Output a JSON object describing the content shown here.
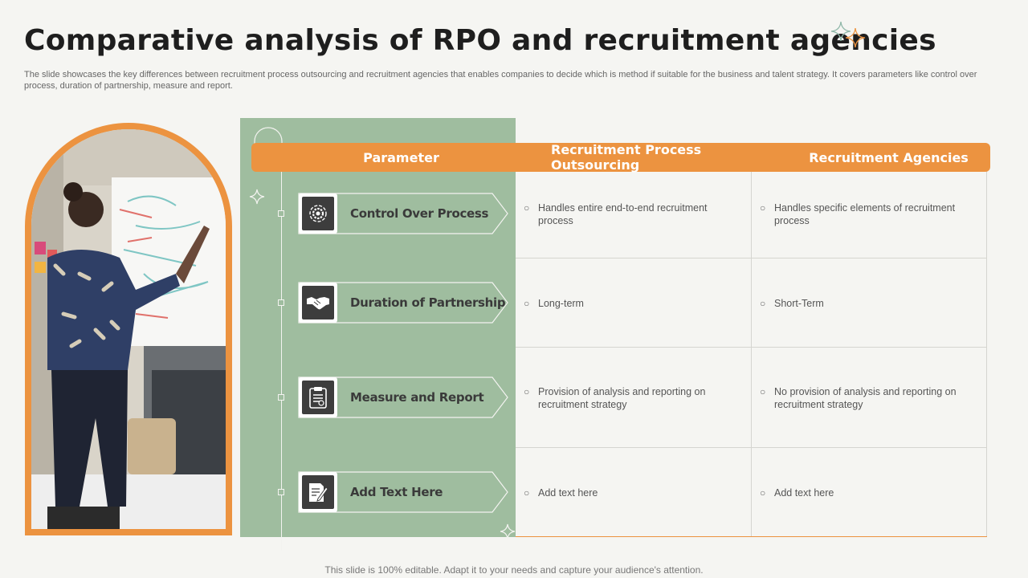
{
  "slide": {
    "title": "Comparative analysis of RPO and recruitment agencies",
    "subtitle": "The slide showcases the key differences between recruitment process outsourcing and recruitment agencies that enables companies to decide which is method if suitable for the business and talent strategy. It covers parameters like control over process, duration of partnership, measure and report.",
    "footer": "This slide is 100% editable. Adapt it to your needs and capture your audience's attention."
  },
  "table": {
    "headers": {
      "parameter": "Parameter",
      "rpo": "Recruitment Process Outsourcing",
      "agencies": "Recruitment Agencies"
    },
    "rows": [
      {
        "parameter": "Control Over Process",
        "icon": "gear-icon",
        "rpo": "Handles entire end-to-end recruitment process",
        "agencies": "Handles specific elements of recruitment process"
      },
      {
        "parameter": "Duration of Partnership",
        "icon": "handshake-icon",
        "rpo": "Long-term",
        "agencies": "Short-Term"
      },
      {
        "parameter": "Measure and Report",
        "icon": "clipboard-icon",
        "rpo": "Provision of analysis and reporting on recruitment strategy",
        "agencies": "No provision of analysis and reporting on recruitment strategy"
      },
      {
        "parameter": "Add Text Here",
        "icon": "document-edit-icon",
        "rpo": "Add text here",
        "agencies": "Add text here"
      }
    ]
  },
  "colors": {
    "accent": "#ec9340",
    "panel_green": "#9fbd9f",
    "background": "#f5f5f2"
  }
}
